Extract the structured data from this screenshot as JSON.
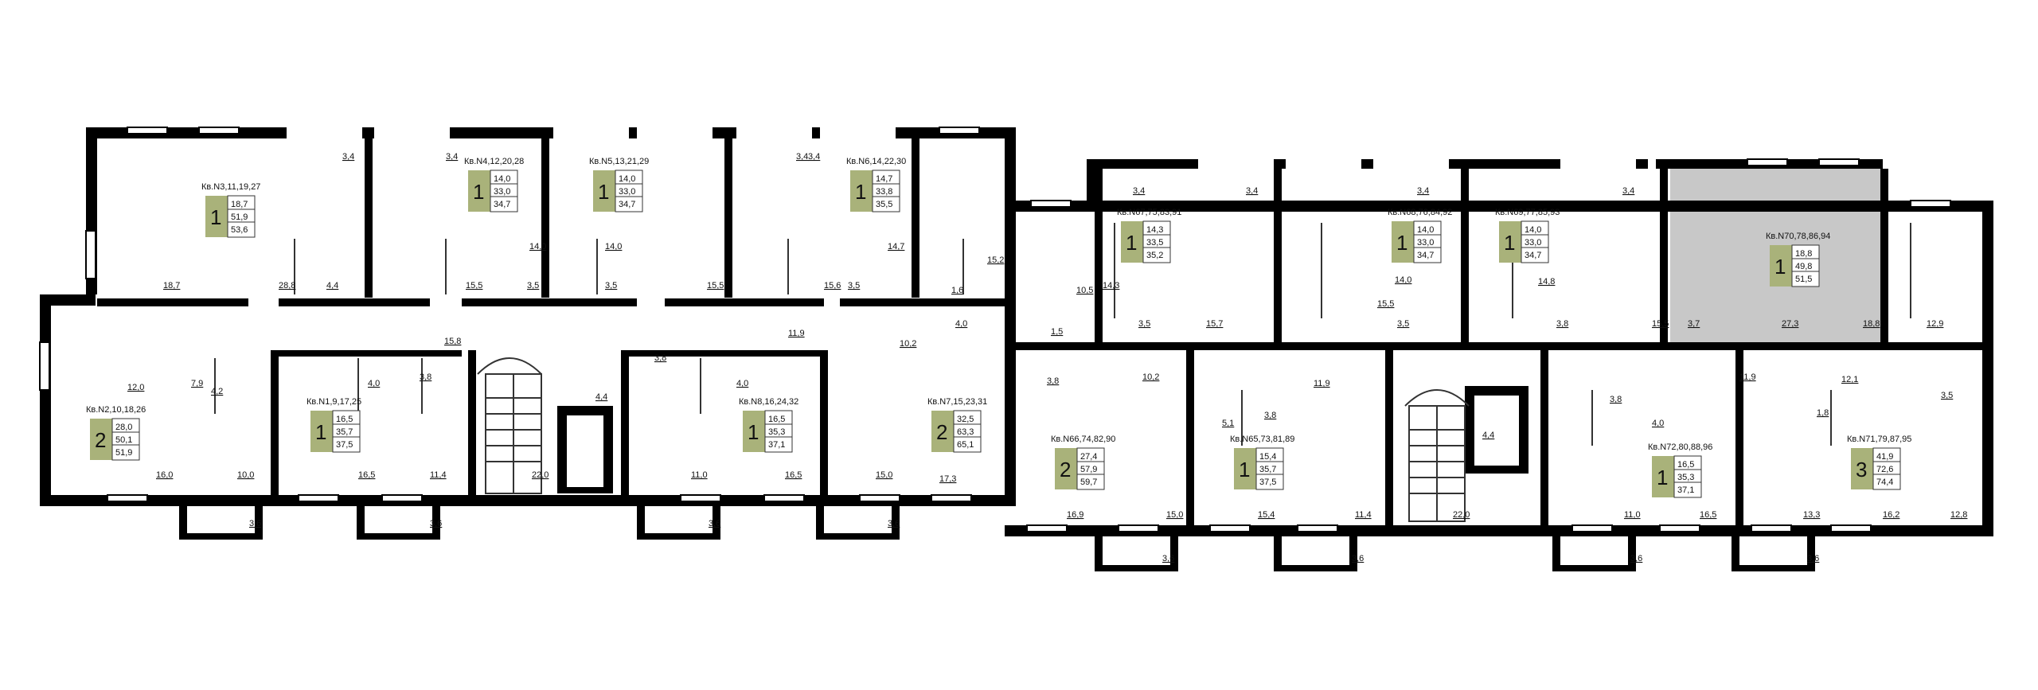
{
  "plan": {
    "highlight_color": "#c8c8c8",
    "badge_color": "#a9b27a",
    "apartments": [
      {
        "id": "a1",
        "label": "Кв.N3,11,19,27",
        "rooms": "1",
        "areas": [
          "18,7",
          "51,9",
          "53,6"
        ]
      },
      {
        "id": "a2",
        "label": "Кв.N4,12,20,28",
        "rooms": "1",
        "areas": [
          "14,0",
          "33,0",
          "34,7"
        ]
      },
      {
        "id": "a3",
        "label": "Кв.N5,13,21,29",
        "rooms": "1",
        "areas": [
          "14,0",
          "33,0",
          "34,7"
        ]
      },
      {
        "id": "a4",
        "label": "Кв.N6,14,22,30",
        "rooms": "1",
        "areas": [
          "14,7",
          "33,8",
          "35,5"
        ]
      },
      {
        "id": "a5",
        "label": "Кв.N2,10,18,26",
        "rooms": "2",
        "areas": [
          "28,0",
          "50,1",
          "51,9"
        ]
      },
      {
        "id": "a6",
        "label": "Кв.N1,9,17,25",
        "rooms": "1",
        "areas": [
          "16,5",
          "35,7",
          "37,5"
        ]
      },
      {
        "id": "a7",
        "label": "Кв.N8,16,24,32",
        "rooms": "1",
        "areas": [
          "16,5",
          "35,3",
          "37,1"
        ]
      },
      {
        "id": "a8",
        "label": "Кв.N7,15,23,31",
        "rooms": "2",
        "areas": [
          "32,5",
          "63,3",
          "65,1"
        ]
      },
      {
        "id": "a9",
        "label": "Кв.N67,75,83,91",
        "rooms": "1",
        "areas": [
          "14,3",
          "33,5",
          "35,2"
        ]
      },
      {
        "id": "a10",
        "label": "Кв.N68,76,84,92",
        "rooms": "1",
        "areas": [
          "14,0",
          "33,0",
          "34,7"
        ]
      },
      {
        "id": "a11",
        "label": "Кв.N69,77,85,93",
        "rooms": "1",
        "areas": [
          "14,0",
          "33,0",
          "34,7"
        ]
      },
      {
        "id": "a12",
        "label": "Кв.N70,78,86,94",
        "rooms": "1",
        "areas": [
          "18,8",
          "49,8",
          "51,5"
        ]
      },
      {
        "id": "a13",
        "label": "Кв.N66,74,82,90",
        "rooms": "2",
        "areas": [
          "27,4",
          "57,9",
          "59,7"
        ]
      },
      {
        "id": "a14",
        "label": "Кв.N65,73,81,89",
        "rooms": "1",
        "areas": [
          "15,4",
          "35,7",
          "37,5"
        ]
      },
      {
        "id": "a15",
        "label": "Кв.N72,80,88,96",
        "rooms": "1",
        "areas": [
          "16,5",
          "35,3",
          "37,1"
        ]
      },
      {
        "id": "a16",
        "label": "Кв.N71,79,87,95",
        "rooms": "3",
        "areas": [
          "41,9",
          "72,6",
          "74,4"
        ]
      }
    ],
    "room_areas": [
      "3,4",
      "3,4",
      "3,4",
      "3,4",
      "18,7",
      "28,8",
      "4,4",
      "14,0",
      "15,5",
      "3,5",
      "14,0",
      "3,5",
      "15,5",
      "14,7",
      "15,6",
      "3,5",
      "15,2",
      "1,6",
      "15,8",
      "11,9",
      "10,2",
      "4,0",
      "12,0",
      "7,9",
      "4,2",
      "4,0",
      "3,8",
      "3,8",
      "4,0",
      "16,0",
      "10,0",
      "16,5",
      "11,4",
      "22,0",
      "4,4",
      "11,0",
      "16,5",
      "15,0",
      "17,3",
      "3,6",
      "3,6",
      "3,6",
      "3,6",
      "3,4",
      "3,4",
      "3,4",
      "3,4",
      "10,5",
      "14,3",
      "3,5",
      "15,7",
      "15,5",
      "14,0",
      "3,5",
      "14,8",
      "3,8",
      "15,5",
      "3,7",
      "27,3",
      "18,8",
      "12,9",
      "1,5",
      "3,8",
      "10,2",
      "11,9",
      "5,1",
      "3,8",
      "4,4",
      "3,8",
      "4,0",
      "11,9",
      "1,8",
      "12,1",
      "3,5",
      "16,9",
      "15,0",
      "15,4",
      "11,4",
      "22,0",
      "11,0",
      "16,5",
      "13,3",
      "16,2",
      "12,8",
      "3,6",
      "3,6",
      "3,6",
      "3,6"
    ]
  }
}
